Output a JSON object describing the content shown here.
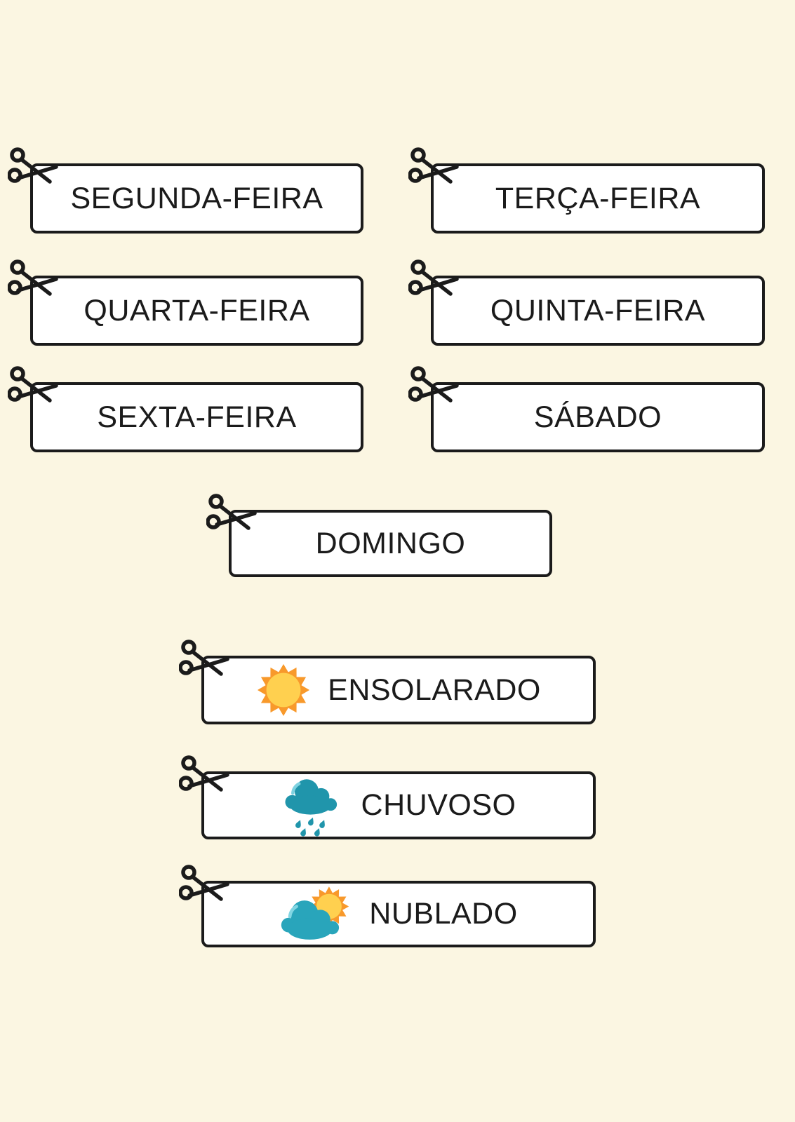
{
  "page": {
    "background_color": "#FBF6E2",
    "card_fill_color": "#FFFFFF",
    "card_border_color": "#1B1B1B",
    "text_color": "#1B1B1B",
    "scissors_icon_color": "#1B1B1B"
  },
  "day_cards": [
    {
      "label": "SEGUNDA-FEIRA"
    },
    {
      "label": "TERÇA-FEIRA"
    },
    {
      "label": "QUARTA-FEIRA"
    },
    {
      "label": "QUINTA-FEIRA"
    },
    {
      "label": "SEXTA-FEIRA"
    },
    {
      "label": "SÁBADO"
    },
    {
      "label": "DOMINGO"
    }
  ],
  "weather_cards": [
    {
      "label": "ENSOLARADO",
      "icon": "sun-icon",
      "icon_colors": {
        "rays": "#F8992B",
        "core": "#FFD04F"
      }
    },
    {
      "label": "CHUVOSO",
      "icon": "rain-cloud-icon",
      "icon_colors": {
        "cloud": "#2095AB",
        "highlight": "#7ED2E0"
      }
    },
    {
      "label": "NUBLADO",
      "icon": "sun-behind-cloud-icon",
      "icon_colors": {
        "cloud": "#29A5BB",
        "highlight": "#82D6E3",
        "sun_rays": "#F8992B",
        "sun_core": "#FFD04F"
      }
    }
  ]
}
